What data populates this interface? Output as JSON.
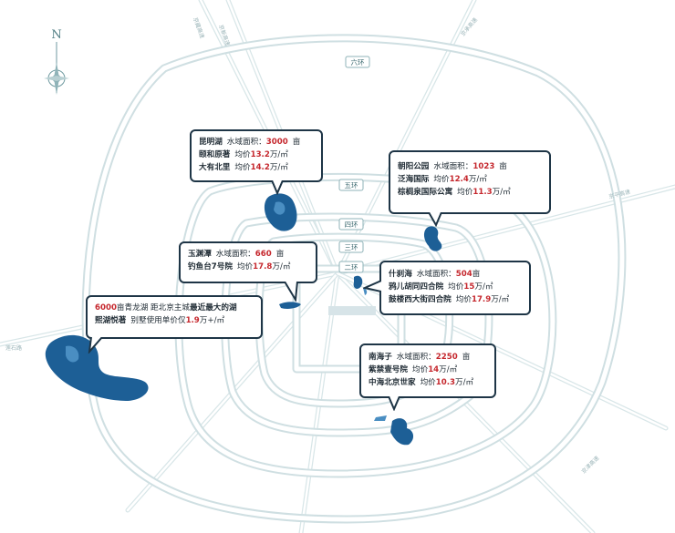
{
  "compass": {
    "north_label": "N"
  },
  "rings": {
    "ring6": "六环",
    "ring5": "五环",
    "ring4": "四环",
    "ring3": "三环",
    "ring2": "二环"
  },
  "roads": {
    "road_nw1": "京藏高速",
    "road_nw2": "京新高速",
    "road_ne": "京承高速",
    "road_e": "京平高速",
    "road_w": "莲石路",
    "road_se": "京津高速"
  },
  "callouts": {
    "kunming": {
      "lake": "昆明湖",
      "area_label": "水域面积：",
      "area_value": "3000",
      "unit": "亩",
      "row2_name": "颐和原著",
      "row2_price_label": "均价",
      "row2_price": "13.2",
      "row2_unit": "万/㎡",
      "row3_name": "大有北里",
      "row3_price_label": "均价",
      "row3_price": "14.2",
      "row3_unit": "万/㎡"
    },
    "chaoyang": {
      "lake": "朝阳公园",
      "area_label": "水域面积：",
      "area_value": "1023",
      "unit": "亩",
      "row2_name": "泛海国际",
      "row2_price_label": "均价",
      "row2_price": "12.4",
      "row2_unit": "万/㎡",
      "row3_name": "棕榈泉国际公寓",
      "row3_price_label": "均价",
      "row3_price": "11.3",
      "row3_unit": "万/㎡"
    },
    "yuyuantan": {
      "lake": "玉渊潭",
      "area_label": "水域面积：",
      "area_value": "660",
      "unit": "亩",
      "row2_name": "钓鱼台7号院",
      "row2_price_label": "均价",
      "row2_price": "17.8",
      "row2_unit": "万/㎡"
    },
    "shichahai": {
      "lake": "什刹海",
      "area_label": "水域面积：",
      "area_value": "504",
      "unit": "亩",
      "row2_name": "鸦儿胡同四合院",
      "row2_price_label": "均价",
      "row2_price": "15",
      "row2_unit": "万/㎡",
      "row3_name": "鼓楼西大街四合院",
      "row3_price_label": "均价",
      "row3_price": "17.9",
      "row3_unit": "万/㎡"
    },
    "qinglong": {
      "area_value": "6000",
      "row1_text_a": "亩青龙湖 距北京主城",
      "row1_text_b": "最近最大的湖",
      "row2_name": "熙湖悦著",
      "row2_text": "别墅使用单价仅",
      "row2_price": "1.9",
      "row2_unit": "万+/㎡"
    },
    "nanhaizi": {
      "lake": "南海子",
      "area_label": "水域面积：",
      "area_value": "2250",
      "unit": "亩",
      "row2_name": "紫禁壹号院",
      "row2_price_label": "均价",
      "row2_price": "14",
      "row2_unit": "万/㎡",
      "row3_name": "中海北京世家",
      "row3_price_label": "均价",
      "row3_price": "10.3",
      "row3_unit": "万/㎡"
    }
  },
  "colors": {
    "road": "#cfdfe2",
    "lake": "#1d5f96",
    "highlight": "#c5272d",
    "border": "#1e3546"
  }
}
